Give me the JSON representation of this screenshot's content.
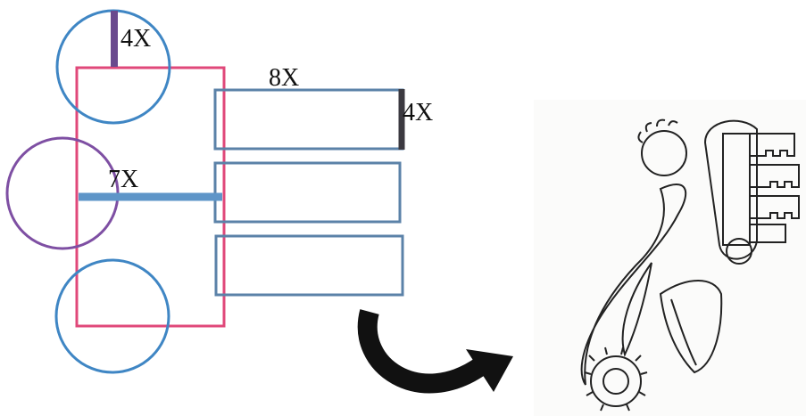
{
  "labels": {
    "circle_top": "4X",
    "rect_width": "8X",
    "rect_height": "4X",
    "rod_length": "7X"
  },
  "colors": {
    "frame": "#e0487a",
    "circle_blue": "#3f86c4",
    "circle_purple": "#7e4fa3",
    "rect_outline": "#5b82a8",
    "rod": "#5e95c8",
    "marker_purple": "#6a4a8e",
    "marker_dark": "#3b3940",
    "arrow": "#111111",
    "sketch_line": "#222222",
    "sketch_panel": "#fbfbfa"
  },
  "icons": [
    "curved-arrow-icon"
  ]
}
